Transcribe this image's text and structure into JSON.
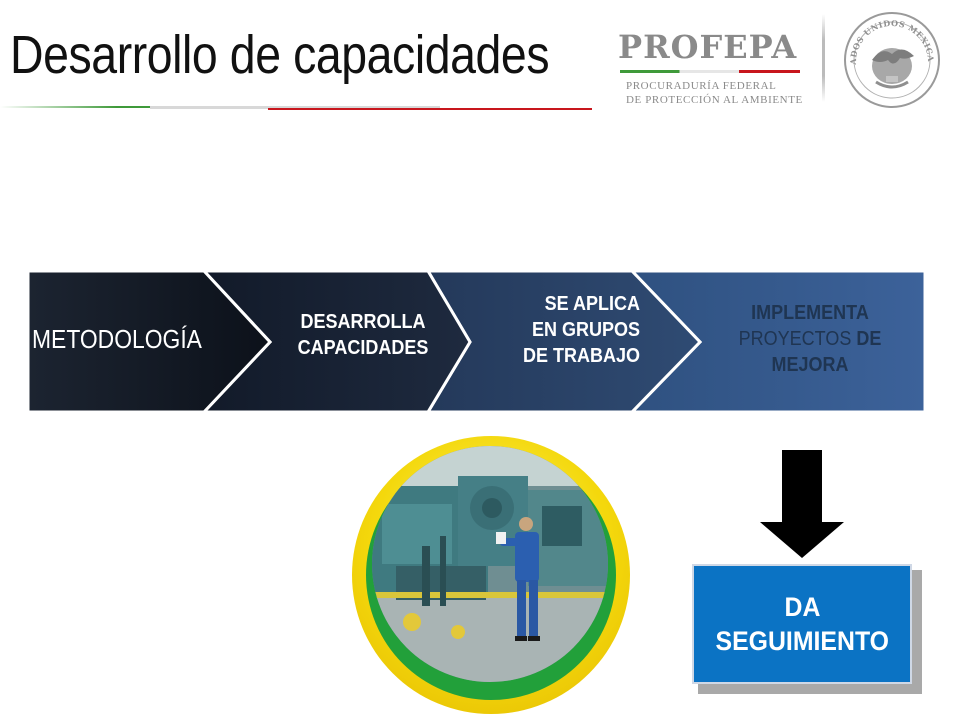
{
  "slide": {
    "title": "Desarrollo de capacidades"
  },
  "logo": {
    "wordmark": "PROFEPA",
    "line1": "PROCURADURÍA FEDERAL",
    "line2": "DE PROTECCIÓN AL AMBIENTE",
    "seal_text": "ESTADOS UNIDOS MEXICANOS"
  },
  "process": [
    {
      "label": "METODOLOGÍA"
    },
    {
      "line1": "DESARROLLA",
      "line2": "CAPACIDADES"
    },
    {
      "line1": "SE APLICA",
      "line2": "EN GRUPOS",
      "line3": "DE TRABAJO"
    },
    {
      "line1": "IMPLEMENTA",
      "line2_normal": "PROYECTOS",
      "line2_bold": " DE",
      "line3": "MEJORA"
    }
  ],
  "followup": {
    "line1": "DA",
    "line2": "SEGUIMIENTO"
  },
  "colors": {
    "chevron1": "#10151f",
    "chevron2": "#1a2436",
    "chevron3": "#2a4264",
    "chevron4": "#345a8c",
    "accent_green": "#3f9a3a",
    "accent_red": "#c8161d",
    "followup_box": "#0b73c4"
  }
}
